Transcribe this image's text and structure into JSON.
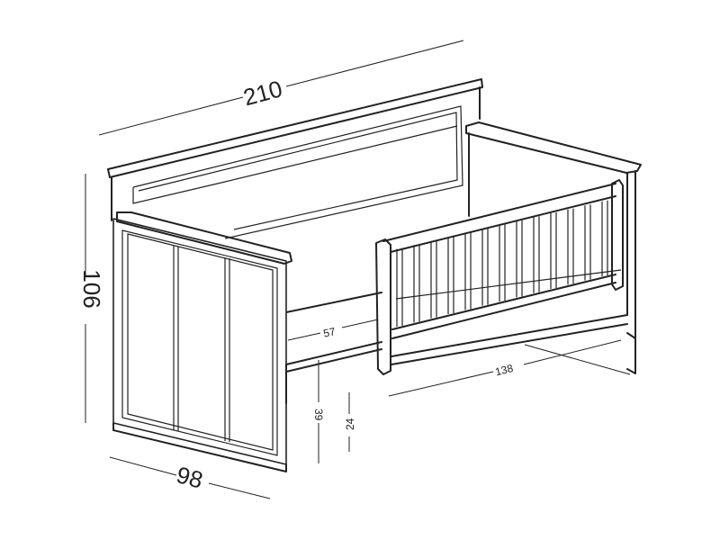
{
  "dimensions": {
    "width_total": "210",
    "height_total": "106",
    "depth": "98",
    "mattress_length": "138",
    "bed_gap": "57",
    "leg_height_front": "39",
    "leg_height_rear": "24"
  }
}
